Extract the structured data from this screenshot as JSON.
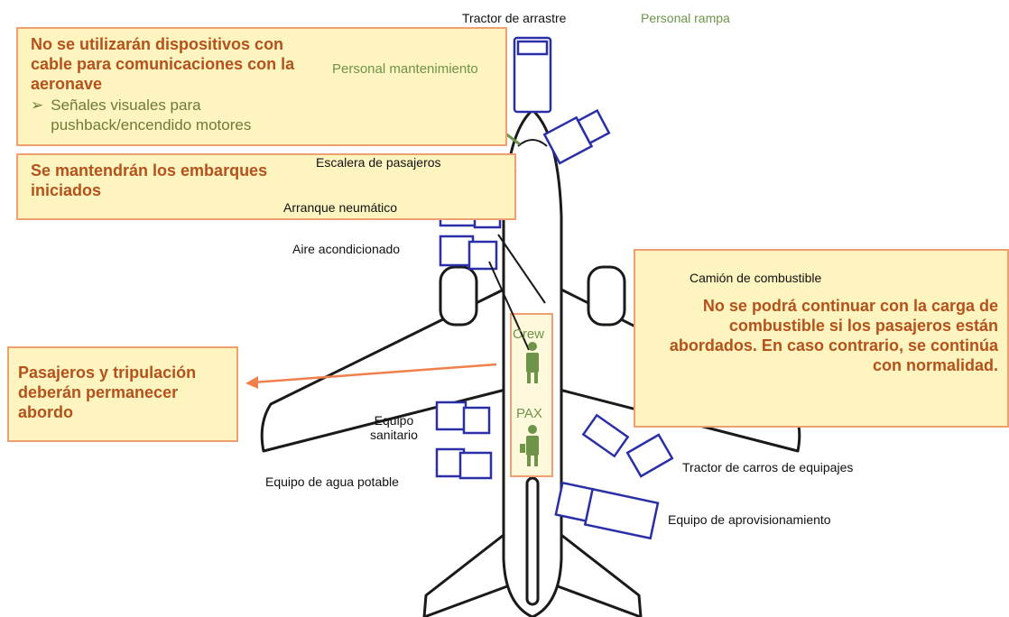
{
  "callouts": {
    "cables": {
      "text": "No se utilizarán dispositivos con cable para comunicaciones con la aeronave",
      "bullet_marker": "➢",
      "bullet": "Señales visuales para pushback/encendido motores"
    },
    "boarding": {
      "text": "Se mantendrán los embarques iniciados"
    },
    "fuel": {
      "text": "No se podrá continuar con la carga de combustible si los pasajeros están abordados. En caso contrario, se continúa con normalidad."
    },
    "crew_pax": {
      "text": "Pasajeros y tripulación deberán permanecer abordo"
    }
  },
  "labels": {
    "tow_tractor": "Tractor de arrastre",
    "ramp_staff": "Personal rampa",
    "maintenance_staff": "Personal mantenimiento",
    "passenger_stairs": "Escalera de pasajeros",
    "pneumatic_start": "Arranque neumático",
    "air_conditioning": "Aire acondicionado",
    "fuel_truck": "Camión de combustible",
    "crew": "Crew",
    "pax": "PAX",
    "sanitary_equipment": "Equipo\nsanitario",
    "potable_water": "Equipo de agua potable",
    "baggage_tractor": "Tractor de carros de equipajes",
    "catering": "Equipo de aprovisionamiento"
  },
  "colors": {
    "callout_fill": "#fdf4bf",
    "callout_border": "#f0a070",
    "callout_text": "#b5511b",
    "equipment": "#2a2fa8",
    "person": "#6d9448",
    "aircraft_outline": "#1a1a1a"
  }
}
